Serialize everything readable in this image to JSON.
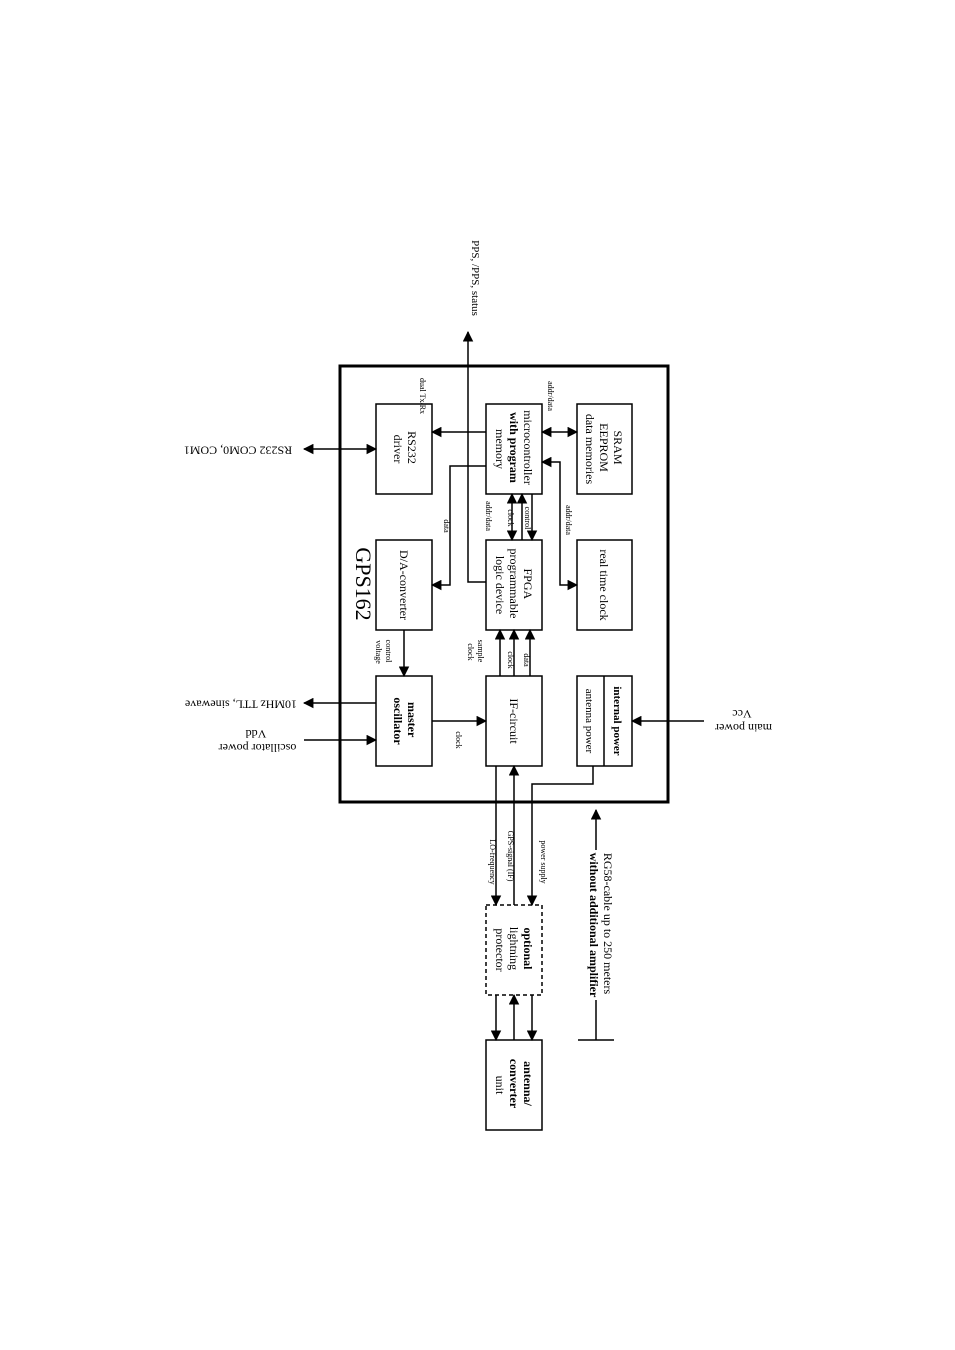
{
  "title": "GPS162",
  "blocks": {
    "rs232_driver": [
      "RS232",
      "driver"
    ],
    "da_converter": [
      "D/A-converter"
    ],
    "master_oscillator": [
      "master",
      "oscillator"
    ],
    "microcontroller": [
      "microcontroller",
      "with program",
      "memory"
    ],
    "fpga": [
      "FPGA",
      "programmable",
      "logic device"
    ],
    "if_circuit": [
      "IF-circuit"
    ],
    "sram": [
      "SRAM",
      "EEPROM",
      "data memories"
    ],
    "rtc": [
      "real time clock"
    ],
    "antenna_power": [
      "antenna power"
    ],
    "internal_power": [
      "internal power"
    ],
    "lightning_protector": [
      "optional",
      "lightning",
      "protector"
    ],
    "antenna_unit": [
      "antenna/",
      "converter",
      "unit"
    ]
  },
  "signals": {
    "dual_txrx": "dual Tx/Rx",
    "addr_data_top": "addr/data",
    "data": "data",
    "addr_data_mid": "addr/data",
    "clock_mid": "clock",
    "control": "control",
    "addr_data_rtc": "addr/data",
    "control_voltage": [
      "control",
      "voltage"
    ],
    "sample_clock": [
      "sample",
      "clock"
    ],
    "clock_fpga": "clock",
    "data_fpga": "data",
    "clock_osc": "clock",
    "lo_frequency": "LO-frequency",
    "gps_signal": "GPS-signal (IF)",
    "power_supply": "power supply"
  },
  "external": {
    "pps": "PPS, /PPS, status",
    "rs232_com": "RS232 COM0, COM1",
    "ten_mhz": "10MHz TTL, sinewave",
    "osc_power": [
      "oscillator power",
      "Vdd"
    ],
    "main_power": [
      "main power",
      "Vcc"
    ],
    "cable": [
      "RG58-cable up to 250 meters",
      "without additional amplifier"
    ]
  }
}
